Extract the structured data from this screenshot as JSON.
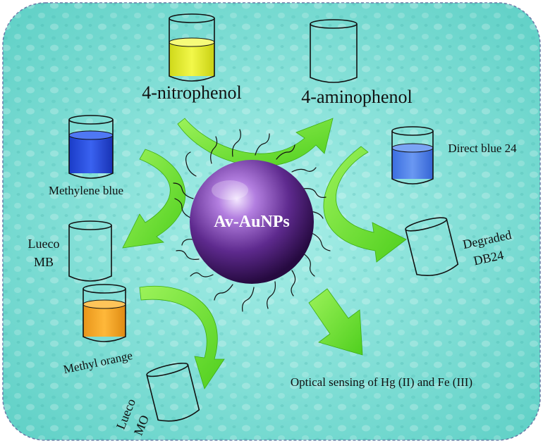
{
  "center": {
    "label": "Av-AuNPs"
  },
  "labels": {
    "nitrophenol": "4-nitrophenol",
    "aminophenol": "4-aminophenol",
    "methylene_blue": "Methylene blue",
    "lueco_mb_1": "Lueco",
    "lueco_mb_2": "MB",
    "methyl_orange": "Methyl orange",
    "lueco_mo_1": "Lueco",
    "lueco_mo_2": "MO",
    "direct_blue": "Direct blue 24",
    "degraded_1": "Degraded",
    "degraded_2": "DB24",
    "sensing": "Optical sensing of Hg (II) and Fe (III)"
  },
  "colors": {
    "background": "#7fe0d8",
    "arrow": "#6ee63a",
    "sphere": "#5a2a86",
    "nitrophenol_solution": "#e8f02a",
    "methylene_blue_solution": "#2a52e0",
    "methyl_orange_solution": "#f5a623",
    "direct_blue_solution": "#4a7ee8"
  }
}
